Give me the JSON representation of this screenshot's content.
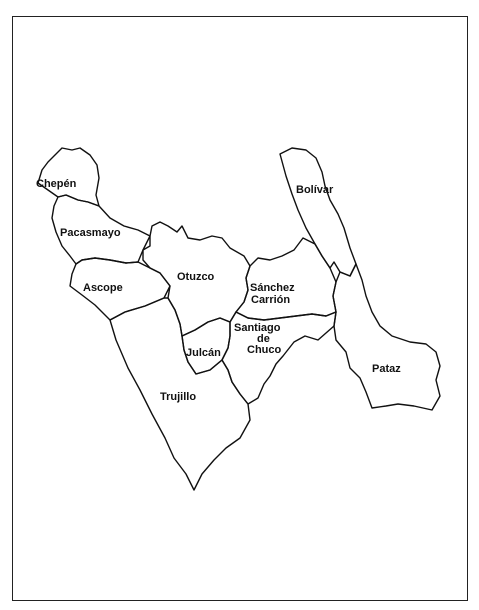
{
  "map": {
    "provinces": [
      {
        "id": "chepen",
        "label": "Chepén"
      },
      {
        "id": "pacasmayo",
        "label": "Pacasmayo"
      },
      {
        "id": "ascope",
        "label": "Ascope"
      },
      {
        "id": "otuzco",
        "label": "Otuzco"
      },
      {
        "id": "sanchez-carrion",
        "label_line1": "Sánchez",
        "label_line2": "Carrión"
      },
      {
        "id": "santiago-de-chuco",
        "label_line1": "Santiago",
        "label_line2": "de",
        "label_line3": "Chuco"
      },
      {
        "id": "julcan",
        "label": "Julcán"
      },
      {
        "id": "trujillo",
        "label": "Trujillo"
      },
      {
        "id": "bolivar",
        "label": "Bolívar"
      },
      {
        "id": "pataz",
        "label": "Pataz"
      }
    ]
  }
}
